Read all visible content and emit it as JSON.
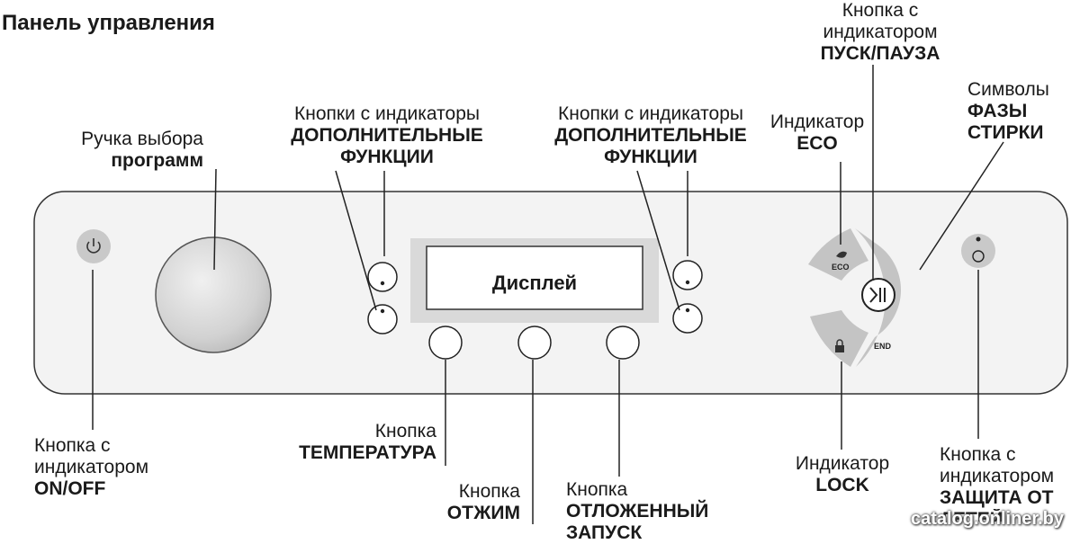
{
  "title": "Панель управления",
  "display_label": "Дисплей",
  "icon_labels": {
    "eco": "ECO",
    "end": "END"
  },
  "labels": {
    "program_knob": {
      "line1": "Ручка выбора",
      "line2": "программ"
    },
    "extra_left": {
      "line1": "Кнопки с индикаторы",
      "line2": "ДОПОЛНИТЕЛЬНЫЕ",
      "line3": "ФУНКЦИИ"
    },
    "extra_right": {
      "line1": "Кнопки с индикаторы",
      "line2": "ДОПОЛНИТЕЛЬНЫЕ",
      "line3": "ФУНКЦИИ"
    },
    "start_pause": {
      "line1": "Кнопка с",
      "line2": "индикатором",
      "line3": "ПУСК/ПАУЗА"
    },
    "eco": {
      "line1": "Индикатор",
      "line2": "ECO"
    },
    "wash_phases": {
      "line1": "Символы",
      "line2": "ФАЗЫ",
      "line3": "СТИРКИ"
    },
    "on_off": {
      "line1": "Кнопка с",
      "line2": "индикатором",
      "line3": "ON/OFF"
    },
    "temperature": {
      "line1": "Кнопка",
      "line2": "ТЕМПЕРАТУРА"
    },
    "spin": {
      "line1": "Кнопка",
      "line2": "ОТЖИМ"
    },
    "delay": {
      "line1": "Кнопка",
      "line2": "ОТЛОЖЕННЫЙ",
      "line3": "ЗАПУСК"
    },
    "lock": {
      "line1": "Индикатор",
      "line2": "LOCK"
    },
    "child_lock": {
      "line1": "Кнопка с",
      "line2": "индикатором",
      "line3": "ЗАЩИТА ОТ",
      "line4": "ДЕТЕЙ"
    }
  },
  "watermark": "catalog.onliner.by"
}
